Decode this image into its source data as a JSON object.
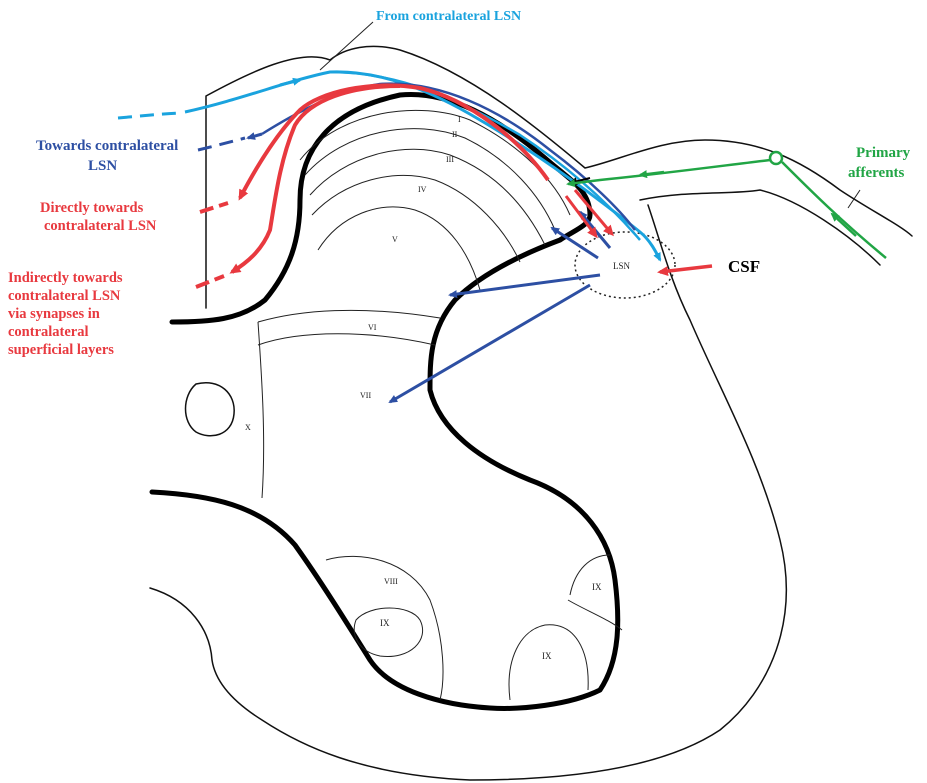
{
  "colors": {
    "cyan": "#1aa3de",
    "blue": "#2d4fa3",
    "red": "#e8393f",
    "green": "#21a545",
    "black": "#000000"
  },
  "labels": {
    "from_contralateral": "From contralateral LSN",
    "towards_contralateral_1": "Towards contralateral",
    "towards_contralateral_2": "LSN",
    "directly_1": "Directly towards",
    "directly_2": "contralateral LSN",
    "indirectly_1": "Indirectly towards",
    "indirectly_2": "contralateral LSN",
    "indirectly_3": "via synapses in",
    "indirectly_4": "contralateral",
    "indirectly_5": "superficial layers",
    "primary_1": "Primary",
    "primary_2": "afferents",
    "csf": "CSF",
    "lsn": "LSN"
  },
  "laminae": {
    "i": "I",
    "ii": "II",
    "iii": "III",
    "iv": "IV",
    "v": "V",
    "vi": "VI",
    "vii": "VII",
    "viii": "VIII",
    "ix_a": "IX",
    "ix_b": "IX",
    "ix_c": "IX",
    "x": "X"
  },
  "icons": {
    "arrow": "arrowhead-icon",
    "afferent_origin": "circle-icon"
  }
}
